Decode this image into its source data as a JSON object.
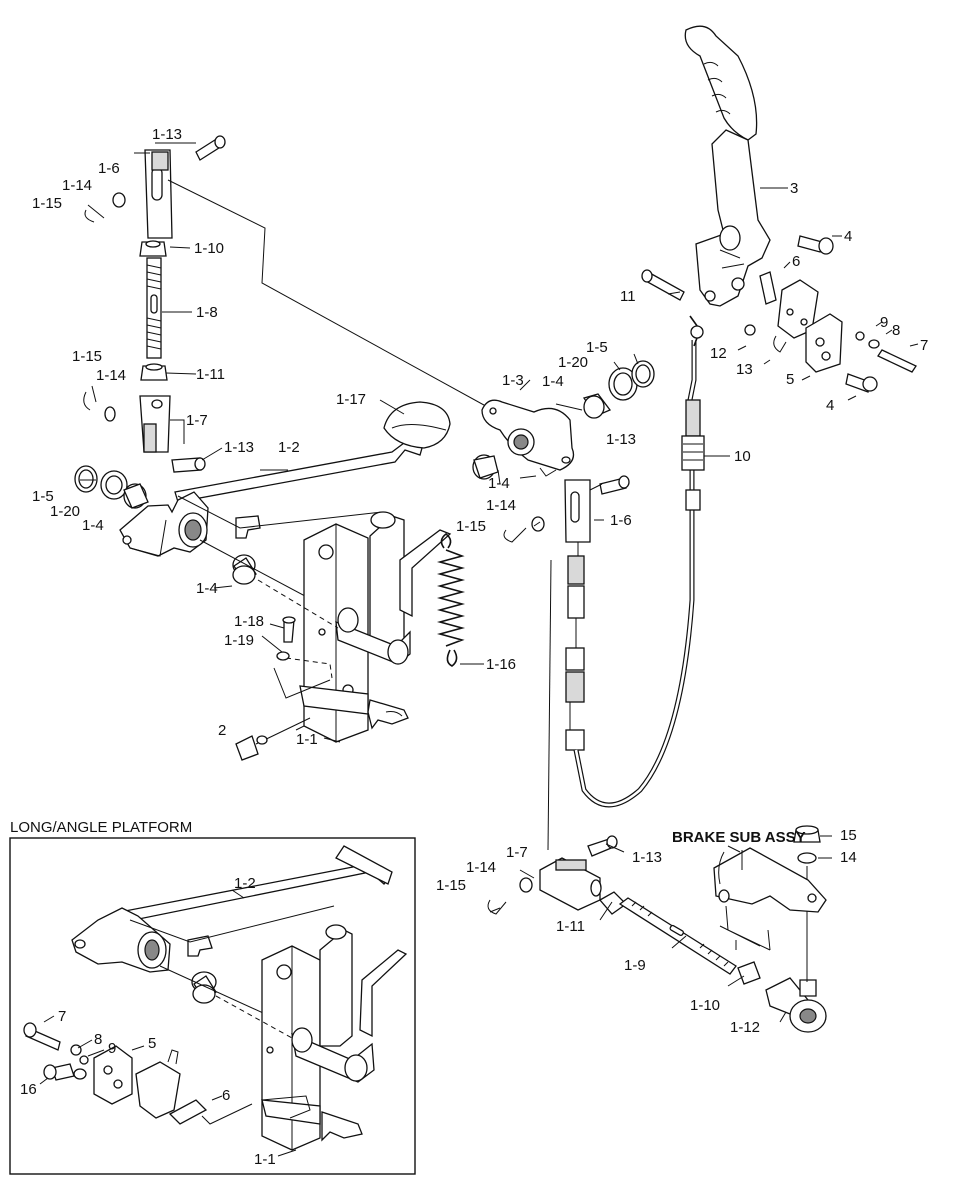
{
  "inset": {
    "title": "LONG/ANGLE PLATFORM"
  },
  "sub_assembly": {
    "title": "BRAKE SUB ASSY"
  },
  "callouts": {
    "c1": "1-13",
    "c2": "1-6",
    "c3": "1-14",
    "c4": "1-15",
    "c5": "1-10",
    "c6": "1-8",
    "c7": "1-15",
    "c8": "1-14",
    "c9": "1-11",
    "c10": "1-7",
    "c11": "1-13",
    "c12": "1-5",
    "c13": "1-20",
    "c14": "1-4",
    "c15": "1-2",
    "c16": "1-17",
    "c17": "1-4",
    "c18": "1-18",
    "c19": "1-19",
    "c20": "2",
    "c21": "1-1",
    "c22": "1-16",
    "c23": "1-3",
    "c24": "1-4",
    "c25": "1-20",
    "c26": "1-5",
    "c27": "1-4",
    "c28": "1-13",
    "c29": "1-14",
    "c30": "1-15",
    "c31": "1-6",
    "c32": "3",
    "c33": "4",
    "c34": "6",
    "c35": "11",
    "c36": "9",
    "c37": "8",
    "c38": "7",
    "c39": "12",
    "c40": "13",
    "c41": "5",
    "c42": "4",
    "c43": "10",
    "c44": "1-7",
    "c45": "1-13",
    "c46": "1-14",
    "c47": "1-15",
    "c48": "1-11",
    "c49": "1-9",
    "c50": "1-10",
    "c51": "1-12",
    "c52": "15",
    "c53": "14",
    "i1": "1-2",
    "i2": "7",
    "i3": "8",
    "i4": "9",
    "i5": "5",
    "i6": "16",
    "i7": "6",
    "i8": "1-1"
  }
}
